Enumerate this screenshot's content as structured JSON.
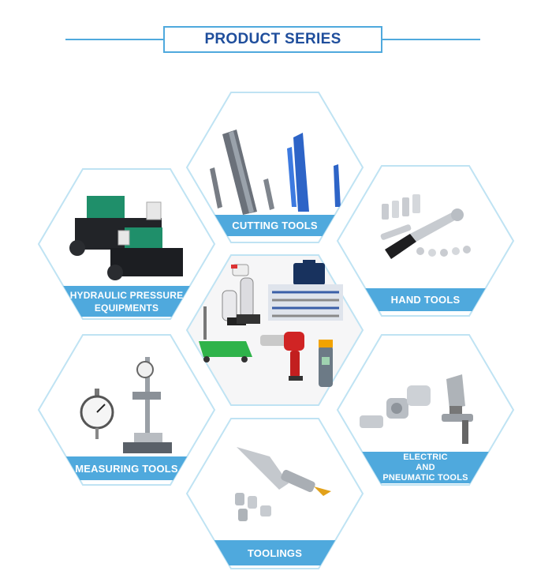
{
  "header": {
    "title": "PRODUCT SERIES"
  },
  "products": {
    "cutting": {
      "label": "CUTTING TOOLS"
    },
    "hydraulic": {
      "line1": "HYDRAULIC PRESSURE",
      "line2": "EQUIPMENTS"
    },
    "hand": {
      "label": "HAND TOOLS"
    },
    "measuring": {
      "label": "MEASURING TOOLS"
    },
    "electric": {
      "line1": "ELECTRIC",
      "line2": "AND",
      "line3": "PNEUMATIC TOOLS"
    },
    "toolings": {
      "label": "TOOLINGS"
    }
  },
  "colors": {
    "accent": "#4fa9dd",
    "hex_border": "#bfe3f3",
    "title": "#1f4e9c"
  }
}
